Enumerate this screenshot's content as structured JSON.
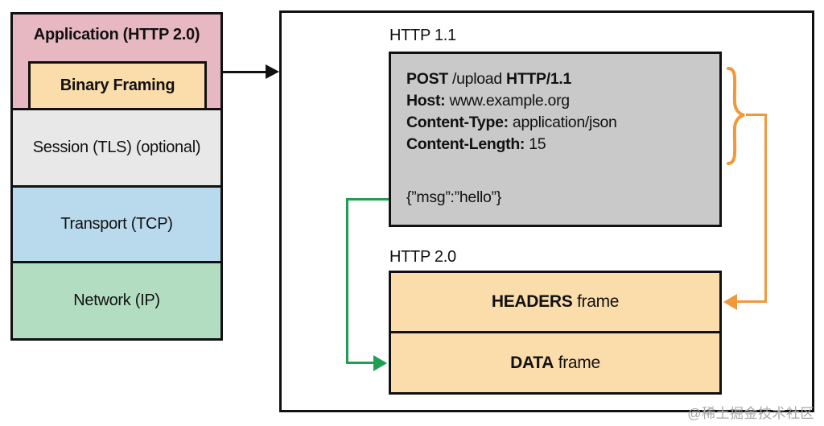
{
  "stack": {
    "application": "Application (HTTP 2.0)",
    "binary_framing": "Binary Framing",
    "session": "Session (TLS) (optional)",
    "transport": "Transport (TCP)",
    "network": "Network (IP)"
  },
  "http11": {
    "label": "HTTP 1.1",
    "request": {
      "line1": {
        "method": "POST",
        "path": " /upload ",
        "version": "HTTP/1.1"
      },
      "line2": {
        "key": "Host:",
        "value": " www.example.org"
      },
      "line3": {
        "key": "Content-Type:",
        "value": " application/json"
      },
      "line4": {
        "key": "Content-Length:",
        "value": " 15"
      },
      "body": "{”msg”:”hello”}"
    }
  },
  "http20": {
    "label": "HTTP 2.0",
    "headers_frame": {
      "name": "HEADERS",
      "suffix": " frame"
    },
    "data_frame": {
      "name": "DATA",
      "suffix": " frame"
    }
  },
  "watermark": "@稀土掘金技术社区",
  "colors": {
    "application_fill": "#e8b8c2",
    "binary_framing_fill": "#fbdcab",
    "session_fill": "#e8e8e8",
    "transport_fill": "#b9d9ec",
    "network_fill": "#b2ddc1",
    "request_box_fill": "#c9c9c9",
    "frame_box_fill": "#fbdcab",
    "border": "#111111",
    "arrow_orange": "#f0983a",
    "arrow_green": "#1f9e55"
  }
}
